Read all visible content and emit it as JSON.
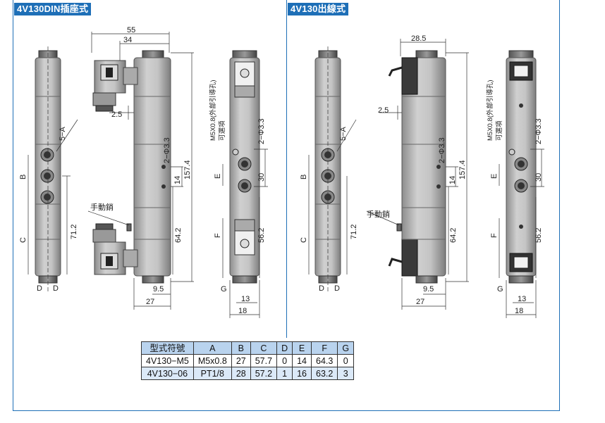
{
  "titles": {
    "left": "4V130DIN插座式",
    "right": "4V130出線式"
  },
  "labels": {
    "manual": "手動銷",
    "mount_hole": "M5X0.8(外部引導孔)",
    "optional": "可選項"
  },
  "dims": {
    "d55": "55",
    "d34": "34",
    "d28_5": "28.5",
    "d2_5": "2.5",
    "phi": "2−Φ3.3",
    "five_a": "5−A",
    "b": "B",
    "c": "C",
    "d": "D",
    "e": "E",
    "f": "F",
    "g": "G",
    "d71_2": "71.2",
    "d157_4": "157.4",
    "d14": "14",
    "d64_2": "64.2",
    "d9_5": "9.5",
    "d27": "27",
    "d30": "30",
    "d56_2": "56.2",
    "d13": "13",
    "d18": "18"
  },
  "table": {
    "headers": [
      "型式符號",
      "A",
      "B",
      "C",
      "D",
      "E",
      "F",
      "G"
    ],
    "rows": [
      [
        "4V130−M5",
        "M5x0.8",
        "27",
        "57.7",
        "0",
        "14",
        "64.3",
        "0"
      ],
      [
        "4V130−06",
        "PT1/8",
        "28",
        "57.2",
        "1",
        "16",
        "63.2",
        "3"
      ]
    ]
  },
  "colors": {
    "accent": "#1e6fb7",
    "body": "#b8b8b8",
    "header_row": "#b9d3ee",
    "alt_row": "#dbe9f8"
  }
}
